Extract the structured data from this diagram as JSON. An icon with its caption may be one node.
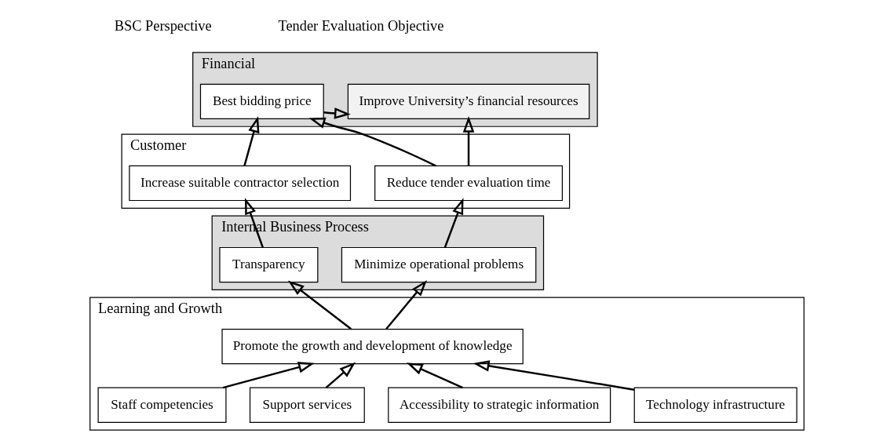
{
  "diagram": {
    "nodes": [
      {
        "text": [
          "Financial"
        ]
      },
      {
        "text": [
          "Best bidding price"
        ],
        "in": 0
      },
      {
        "text": [
          "Improve University’s financial resources"
        ],
        "in": 0
      },
      {
        "text": [
          "Customer"
        ]
      },
      {
        "text": [
          "Increase suitable contractor selection"
        ],
        "in": 3
      },
      {
        "text": [
          "Reduce tender evaluation time"
        ],
        "in": 3
      },
      {
        "text": [
          "Internal Business Process"
        ]
      },
      {
        "text": [
          "Transparency"
        ],
        "in": 6
      },
      {
        "text": [
          "Minimize operational problems"
        ],
        "in": 6
      },
      {
        "text": [
          "Learning and Growth"
        ]
      },
      {
        "text": [
          "Promote the growth and development of knowledge"
        ],
        "in": 9
      },
      {
        "text": [
          "Staff competencies"
        ],
        "in": 9
      },
      {
        "text": [
          "Support services"
        ],
        "in": 9
      },
      {
        "text": [
          "Accessibility to strategic information"
        ],
        "in": 9
      },
      {
        "text": [
          "Technology infrastructure"
        ],
        "in": 9
      }
    ],
    "edges": [
      {
        "from": 1,
        "to": 2,
        "arrow": "to"
      },
      {
        "from": 4,
        "to": 1,
        "arrow": "to"
      },
      {
        "from": 5,
        "to": 1,
        "arrow": "to"
      },
      {
        "from": 5,
        "to": 2,
        "arrow": "to"
      },
      {
        "from": 7,
        "to": 4,
        "arrow": "to"
      },
      {
        "from": 8,
        "to": 5,
        "arrow": "to"
      },
      {
        "from": 10,
        "to": 7,
        "arrow": "to"
      },
      {
        "from": 10,
        "to": 8,
        "arrow": "to"
      },
      {
        "from": 11,
        "to": 10,
        "arrow": "to"
      },
      {
        "from": 12,
        "to": 10,
        "arrow": "to"
      },
      {
        "from": 13,
        "to": 10,
        "arrow": "to"
      },
      {
        "from": 14,
        "to": 10,
        "arrow": "to"
      }
    ],
    "labels": [
      "BSC Perspective",
      "Tender Evaluation Objective"
    ]
  }
}
